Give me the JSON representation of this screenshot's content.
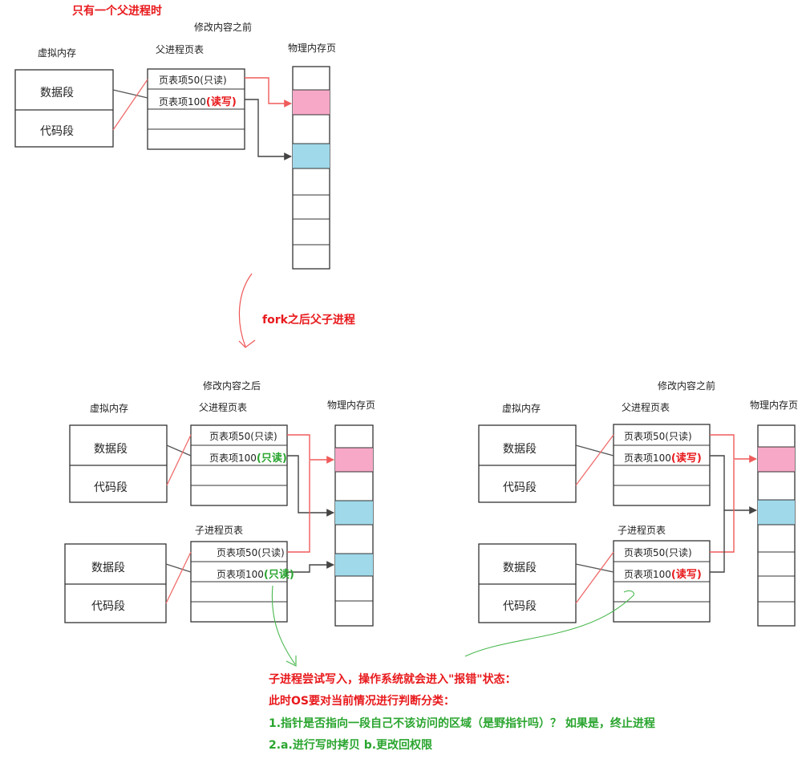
{
  "title_top": "只有一个父进程时",
  "fork_label": "fork之后父子进程",
  "panel_top": {
    "stage": "修改内容之前",
    "vm_header": "虚拟内存",
    "pt_header": "父进程页表",
    "phys_header": "物理内存页",
    "vm_seg1": "数据段",
    "vm_seg2": "代码段",
    "pte1": "页表项50(只读)",
    "pte2_prefix": "页表项100",
    "pte2_perm": "(读写)"
  },
  "panel_left": {
    "stage": "修改内容之后",
    "vm_header": "虚拟内存",
    "parent_pt_header": "父进程页表",
    "phys_header": "物理内存页",
    "child_pt_header": "子进程页表",
    "vm_seg1": "数据段",
    "vm_seg2": "代码段",
    "pte1": "页表项50(只读)",
    "pte2_prefix": "页表项100",
    "pte2_perm": "(只读)",
    "child_vm_seg1": "数据段",
    "child_vm_seg2": "代码段",
    "child_pte1": "页表项50(只读)",
    "child_pte2_prefix": "页表项100",
    "child_pte2_perm": "(只读)"
  },
  "panel_right": {
    "stage": "修改内容之前",
    "vm_header": "虚拟内存",
    "parent_pt_header": "父进程页表",
    "phys_header": "物理内存页",
    "child_pt_header": "子进程页表",
    "vm_seg1": "数据段",
    "vm_seg2": "代码段",
    "pte1": "页表项50(只读)",
    "pte2_prefix": "页表项100",
    "pte2_perm": "(读写)",
    "child_vm_seg1": "数据段",
    "child_vm_seg2": "代码段",
    "child_pte1": "页表项50(只读)",
    "child_pte2_prefix": "页表项100",
    "child_pte2_perm": "(读写)"
  },
  "notes": {
    "line1": "子进程尝试写入，操作系统就会进入\"报错\"状态：",
    "line2": "此时OS要对当前情况进行判断分类：",
    "line3": "1.指针是否指向一段自己不该访问的区域（是野指针吗）？ 如果是，终止进程",
    "line4": "2.a.进行写时拷贝   b.更改回权限"
  },
  "colors": {
    "red_text": "#e8191c",
    "green_text": "#2aa52f",
    "pink_page": "#f7a8c6",
    "blue_page": "#9fd9ea",
    "red_arrow": "#ef6b6b",
    "dark_arrow": "#444444",
    "green_curve": "#49b84e"
  }
}
